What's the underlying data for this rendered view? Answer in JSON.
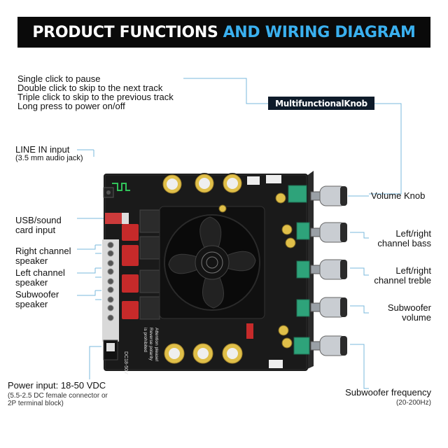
{
  "header": {
    "title_white": "PRODUCT FUNCTIONS",
    "title_blue": "AND WIRING DIAGRAM"
  },
  "knob_functions": [
    "Single click to pause",
    "Double click to skip to the next track",
    "Triple click to skip to the previous track",
    "Long press to power on/off"
  ],
  "knob_tag": "MultifunctionalKnob",
  "left_labels": {
    "line_in": [
      "LINE IN input",
      "(3.5 mm audio jack)"
    ],
    "usb": [
      "USB/sound",
      "card input"
    ],
    "right_speaker": [
      "Right channel",
      "speaker"
    ],
    "left_speaker": [
      "Left channel",
      "speaker"
    ],
    "sub_speaker": [
      "Subwoofer",
      "speaker"
    ],
    "power": "Power input: 18-50 VDC",
    "power_note": [
      "(5.5-2.5 DC female connector or",
      "2P terminal block)"
    ]
  },
  "right_labels": {
    "volume": "Volume Knob",
    "bass": [
      "Left/right",
      "channel bass"
    ],
    "treble": [
      "Left/right",
      "channel treble"
    ],
    "sub_volume": [
      "Subwoofer",
      "volume"
    ],
    "sub_freq": "Subwoofer frequency",
    "sub_freq_range": "(20-200Hz)"
  },
  "board_text": {
    "dc_label": "DC18-50V",
    "warning": [
      "Attention please!",
      "Reverse polarity",
      "is prohibited"
    ]
  },
  "colors": {
    "banner_bg": "#0a0a0a",
    "accent_blue": "#3ab0ef",
    "line_blue": "#7ab8dc",
    "board": "#1a1a1a"
  }
}
